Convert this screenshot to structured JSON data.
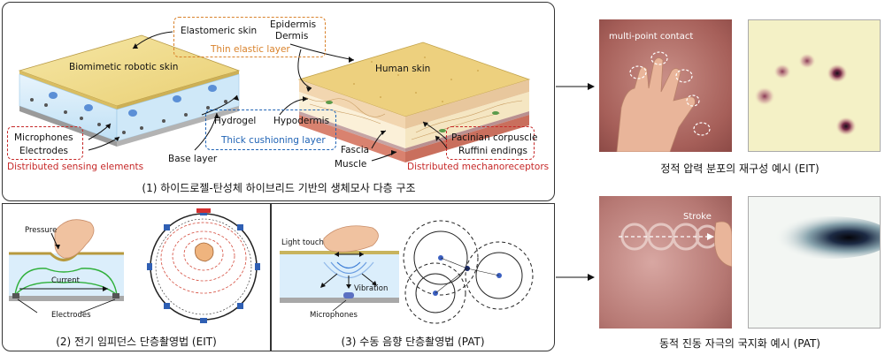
{
  "top": {
    "labels": {
      "elastomeric_skin": "Elastomeric skin",
      "epidermis": "Epidermis",
      "dermis": "Dermis",
      "thin_elastic_layer": "Thin elastic layer",
      "biomimetic_robotic_skin": "Biomimetic robotic skin",
      "human_skin": "Human skin",
      "hydrogel": "Hydrogel",
      "hypodermis": "Hypodermis",
      "thick_cushioning_layer": "Thick cushioning layer",
      "microphones": "Microphones",
      "electrodes": "Electrodes",
      "distributed_sensing_elements": "Distributed sensing elements",
      "base_layer": "Base layer",
      "fascia": "Fascia",
      "muscle": "Muscle",
      "pacinian_corpuscle": "Pacinian corpuscle",
      "ruffini_endings": "Ruffini endings",
      "distributed_mechanoreceptors": "Distributed mechanoreceptors"
    },
    "caption": "(1) 하이드로젤-탄성체 하이브리드 기반의 생체모사 다층 구조"
  },
  "eit": {
    "pressure": "Pressure",
    "current": "Current",
    "electrodes": "Electrodes",
    "caption": "(2) 전기 임피던스 단층촬영법 (EIT)"
  },
  "pat": {
    "light_touch": "Light touch",
    "vibration": "Vibration",
    "microphones": "Microphones",
    "caption": "(3) 수동 음향 단층촬영법 (PAT)"
  },
  "right": {
    "multi_point_contact": "multi-point contact",
    "caption_static": "정적 압력 분포의 재구성 예시 (EIT)",
    "stroke": "Stroke",
    "caption_dynamic": "동적 진동 자극의 국지화 예시 (PAT)"
  },
  "colors": {
    "red": "#c62828",
    "orange": "#d9822b",
    "blue": "#1f63b5"
  }
}
